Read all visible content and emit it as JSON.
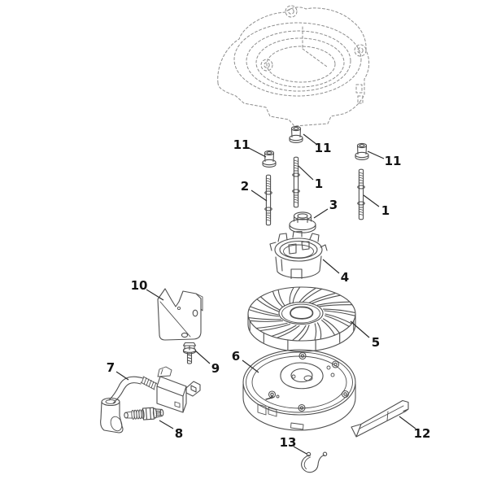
{
  "diagram": {
    "background_color": "#ffffff",
    "line_color": "#4f4f4f",
    "ghost_line_color": "#8d8d8d",
    "leader_color": "#2b2b2b",
    "label_color": "#141414",
    "callouts": [
      {
        "label": "11",
        "part": "collar-sleeve-top"
      },
      {
        "label": "11",
        "part": "collar-sleeve-left"
      },
      {
        "label": "11",
        "part": "collar-sleeve-right"
      },
      {
        "label": "2",
        "part": "stud-left"
      },
      {
        "label": "1",
        "part": "stud-center"
      },
      {
        "label": "1",
        "part": "stud-right"
      },
      {
        "label": "3",
        "part": "flange-nut"
      },
      {
        "label": "4",
        "part": "starter-cup"
      },
      {
        "label": "5",
        "part": "flywheel"
      },
      {
        "label": "6",
        "part": "base-plate"
      },
      {
        "label": "10",
        "part": "shield-bracket"
      },
      {
        "label": "9",
        "part": "flange-bolt"
      },
      {
        "label": "7",
        "part": "ignition-coil-with-lead"
      },
      {
        "label": "8",
        "part": "spark-plug"
      },
      {
        "label": "12",
        "part": "wedge"
      },
      {
        "label": "13",
        "part": "wire-clip"
      }
    ]
  }
}
